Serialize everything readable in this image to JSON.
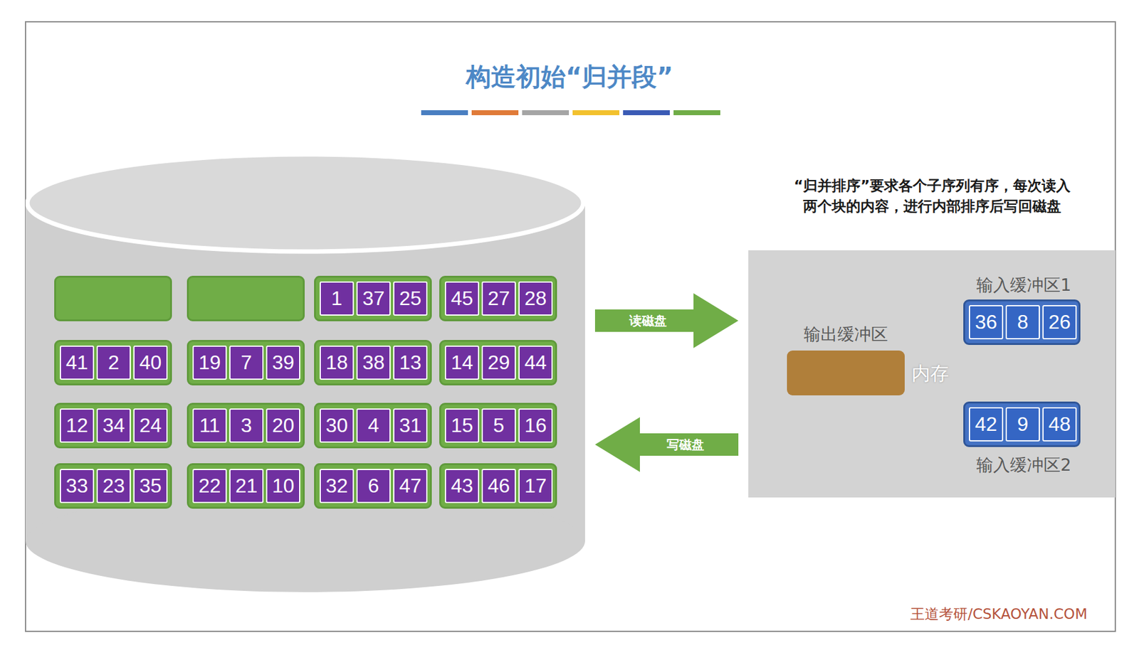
{
  "diagram": {
    "title": "构造初始“归并段”",
    "nodes": [
      {
        "text": []
      },
      {
        "text": [],
        "in": 0
      },
      {
        "text": [],
        "in": 0
      },
      {
        "text": [],
        "in": 0
      },
      {
        "text": [
          "1"
        ],
        "in": 3
      },
      {
        "text": [
          "37"
        ],
        "in": 3
      },
      {
        "text": [
          "25"
        ],
        "in": 3
      },
      {
        "text": [],
        "in": 0
      },
      {
        "text": [
          "45"
        ],
        "in": 7
      },
      {
        "text": [
          "27"
        ],
        "in": 7
      },
      {
        "text": [
          "28"
        ],
        "in": 7
      },
      {
        "text": [],
        "in": 0
      },
      {
        "text": [
          "41"
        ],
        "in": 11
      },
      {
        "text": [
          "2"
        ],
        "in": 11
      },
      {
        "text": [
          "40"
        ],
        "in": 11
      },
      {
        "text": [],
        "in": 0
      },
      {
        "text": [
          "19"
        ],
        "in": 15
      },
      {
        "text": [
          "7"
        ],
        "in": 15
      },
      {
        "text": [
          "39"
        ],
        "in": 15
      },
      {
        "text": [],
        "in": 0
      },
      {
        "text": [
          "18"
        ],
        "in": 19
      },
      {
        "text": [
          "38"
        ],
        "in": 19
      },
      {
        "text": [
          "13"
        ],
        "in": 19
      },
      {
        "text": [],
        "in": 0
      },
      {
        "text": [
          "14"
        ],
        "in": 23
      },
      {
        "text": [
          "29"
        ],
        "in": 23
      },
      {
        "text": [
          "44"
        ],
        "in": 23
      },
      {
        "text": [],
        "in": 0
      },
      {
        "text": [
          "12"
        ],
        "in": 27
      },
      {
        "text": [
          "34"
        ],
        "in": 27
      },
      {
        "text": [
          "24"
        ],
        "in": 27
      },
      {
        "text": [],
        "in": 0
      },
      {
        "text": [
          "11"
        ],
        "in": 31
      },
      {
        "text": [
          "3"
        ],
        "in": 31
      },
      {
        "text": [
          "20"
        ],
        "in": 31
      },
      {
        "text": [],
        "in": 0
      },
      {
        "text": [
          "30"
        ],
        "in": 35
      },
      {
        "text": [
          "4"
        ],
        "in": 35
      },
      {
        "text": [
          "31"
        ],
        "in": 35
      },
      {
        "text": [],
        "in": 0
      },
      {
        "text": [
          "15"
        ],
        "in": 39
      },
      {
        "text": [
          "5"
        ],
        "in": 39
      },
      {
        "text": [
          "16"
        ],
        "in": 39
      },
      {
        "text": [],
        "in": 0
      },
      {
        "text": [
          "33"
        ],
        "in": 43
      },
      {
        "text": [
          "23"
        ],
        "in": 43
      },
      {
        "text": [
          "35"
        ],
        "in": 43
      },
      {
        "text": [],
        "in": 0
      },
      {
        "text": [
          "22"
        ],
        "in": 47
      },
      {
        "text": [
          "21"
        ],
        "in": 47
      },
      {
        "text": [
          "10"
        ],
        "in": 47
      },
      {
        "text": [],
        "in": 0
      },
      {
        "text": [
          "32"
        ],
        "in": 51
      },
      {
        "text": [
          "6"
        ],
        "in": 51
      },
      {
        "text": [
          "47"
        ],
        "in": 51
      },
      {
        "text": [],
        "in": 0
      },
      {
        "text": [
          "43"
        ],
        "in": 55
      },
      {
        "text": [
          "46"
        ],
        "in": 55
      },
      {
        "text": [
          "17"
        ],
        "in": 55
      },
      {
        "text": [
          "内存"
        ]
      },
      {
        "text": [
          "输出缓冲区"
        ],
        "in": 59
      },
      {
        "text": [
          "输入缓冲区1"
        ],
        "in": 59
      },
      {
        "text": [
          "36"
        ],
        "in": 61
      },
      {
        "text": [
          "8"
        ],
        "in": 61
      },
      {
        "text": [
          "26"
        ],
        "in": 61
      },
      {
        "text": [
          "输入缓冲区2"
        ],
        "in": 59
      },
      {
        "text": [
          "42"
        ],
        "in": 65
      },
      {
        "text": [
          "9"
        ],
        "in": 65
      },
      {
        "text": [
          "48"
        ],
        "in": 65
      }
    ],
    "edges": [
      {
        "from": 0,
        "to": 59,
        "label": "读磁盘",
        "arrow": "to"
      },
      {
        "from": 59,
        "to": 0,
        "label": "写磁盘",
        "arrow": "to"
      }
    ],
    "labels": [
      "“归并排序”要求各个子序列有序，每次读入 两个块的内容，进行内部排序后写回磁盘",
      "王道考研/CSKAOYAN.COM"
    ]
  }
}
